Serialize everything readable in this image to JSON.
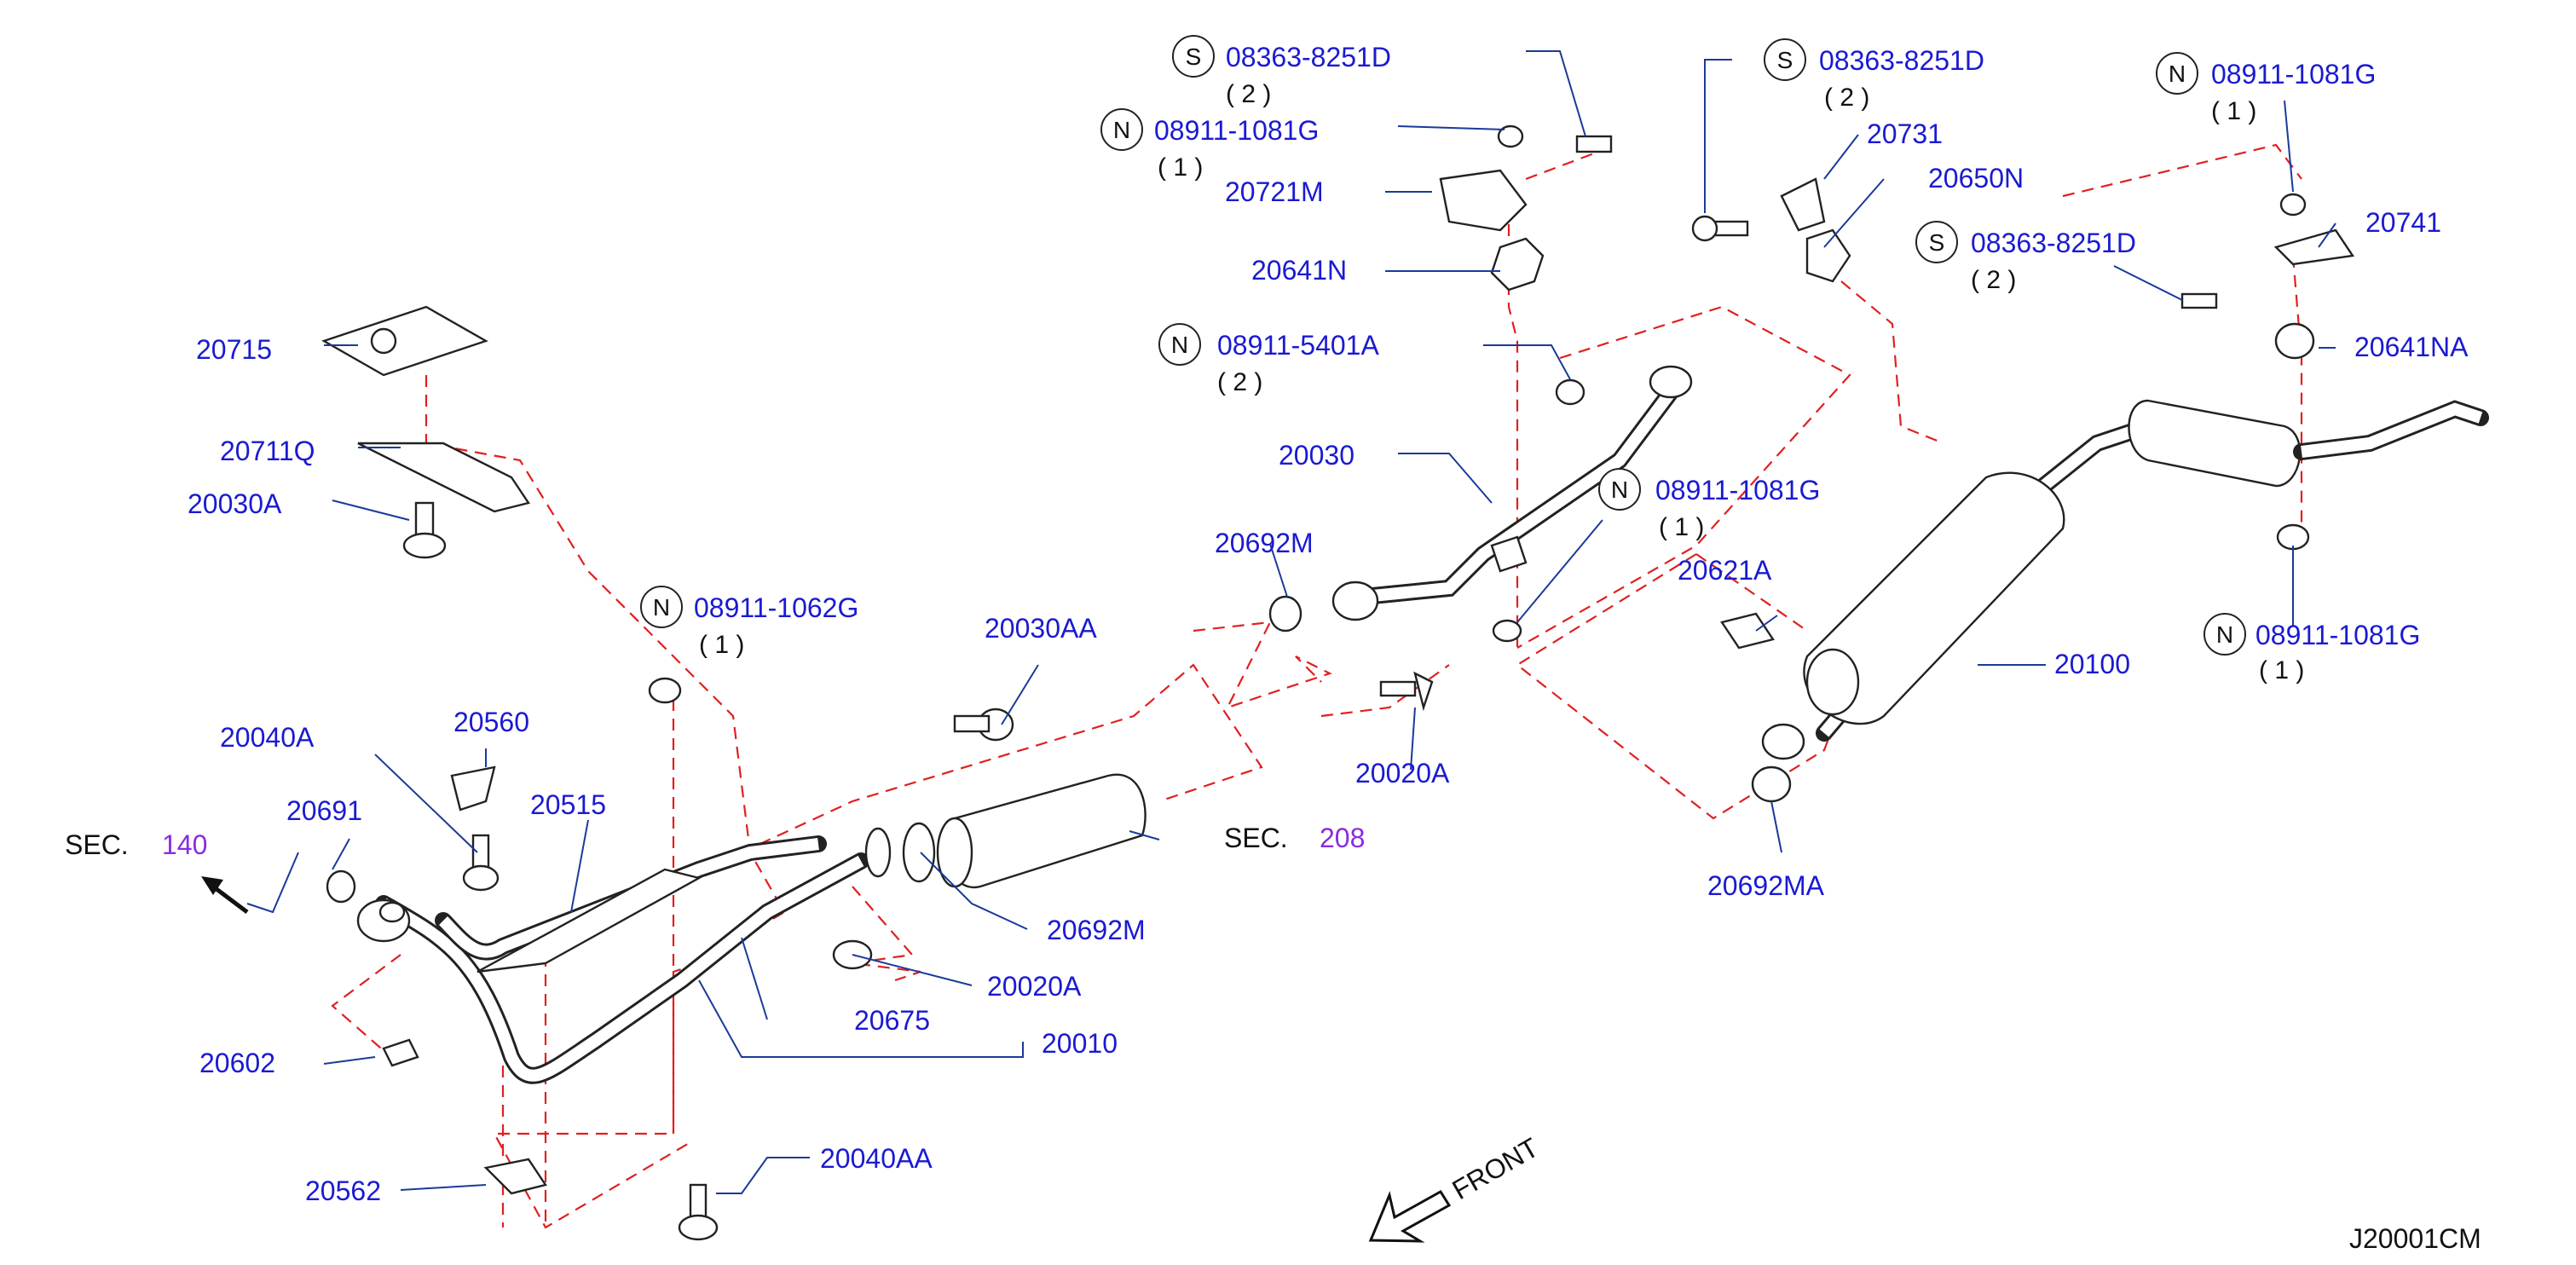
{
  "labels": {
    "p20715": "20715",
    "p20711Q": "20711Q",
    "p20030A": "20030A",
    "p20040A": "20040A",
    "p20560": "20560",
    "p20691": "20691",
    "p20515": "20515",
    "p20602": "20602",
    "p20562": "20562",
    "p20040AA": "20040AA",
    "p20675": "20675",
    "p20010": "20010",
    "p20020A_left": "20020A",
    "p20692M_left": "20692M",
    "p20030AA": "20030AA",
    "p20692M_mid": "20692M",
    "p20020A_mid": "20020A",
    "p20030": "20030",
    "p20721M": "20721M",
    "p20641N": "20641N",
    "p20731": "20731",
    "p20650N": "20650N",
    "p20621A": "20621A",
    "p20100": "20100",
    "p20692MA": "20692MA",
    "p20741": "20741",
    "p20641NA": "20641NA"
  },
  "callouts": {
    "c1": {
      "badge": "N",
      "part": "08911-1062G",
      "qty": "( 1 )"
    },
    "c2": {
      "badge": "S",
      "part": "08363-8251D",
      "qty": "( 2 )"
    },
    "c3": {
      "badge": "N",
      "part": "08911-1081G",
      "qty": "( 1 )"
    },
    "c4": {
      "badge": "N",
      "part": "08911-5401A",
      "qty": "( 2 )"
    },
    "c5": {
      "badge": "N",
      "part": "08911-1081G",
      "qty": "( 1 )"
    },
    "c6": {
      "badge": "S",
      "part": "08363-8251D",
      "qty": "( 2 )"
    },
    "c7": {
      "badge": "N",
      "part": "08911-1081G",
      "qty": "( 1 )"
    },
    "c8": {
      "badge": "S",
      "part": "08363-8251D",
      "qty": "( 2 )"
    },
    "c9": {
      "badge": "N",
      "part": "08911-1081G",
      "qty": "( 1 )"
    }
  },
  "sections": {
    "sec140": {
      "prefix": "SEC.",
      "number": "140"
    },
    "sec208": {
      "prefix": "SEC.",
      "number": "208"
    }
  },
  "front_label": "FRONT",
  "diagram_code": "J20001CM",
  "colors": {
    "label_blue": "#1a1ad2",
    "section_purple": "#8a2be2",
    "dashed_red": "#e02020",
    "leader_blue": "#1a3a9a"
  }
}
